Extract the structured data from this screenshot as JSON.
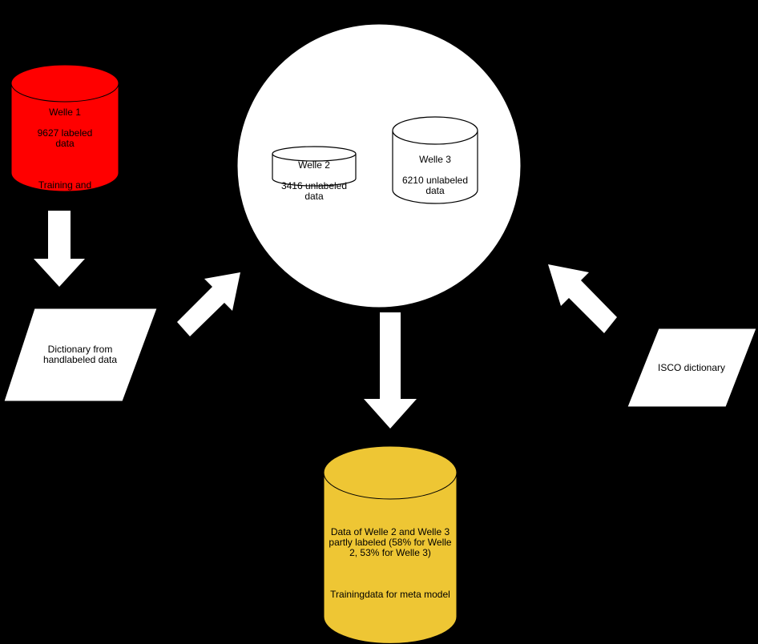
{
  "welle1": {
    "title": "Welle 1",
    "count": "9627 labeled data",
    "purpose": "Training and validationdata"
  },
  "welle2": {
    "title": "Welle 2",
    "count": "3416 unlabeled data"
  },
  "welle3": {
    "title": "Welle 3",
    "count": "6210 unlabeled data"
  },
  "dict_hand": {
    "label": "Dictionary from handlabeled data"
  },
  "dict_isco": {
    "label": "ISCO dictionary"
  },
  "meta": {
    "description": "Data of Welle 2 and Welle 3 partly labeled (58% for Welle 2, 53% for Welle 3)",
    "purpose": "Trainingdata for meta model"
  },
  "colors": {
    "welle1": "#ff0000",
    "meta": "#eec634",
    "background": "#000000",
    "shapes": "#ffffff"
  }
}
